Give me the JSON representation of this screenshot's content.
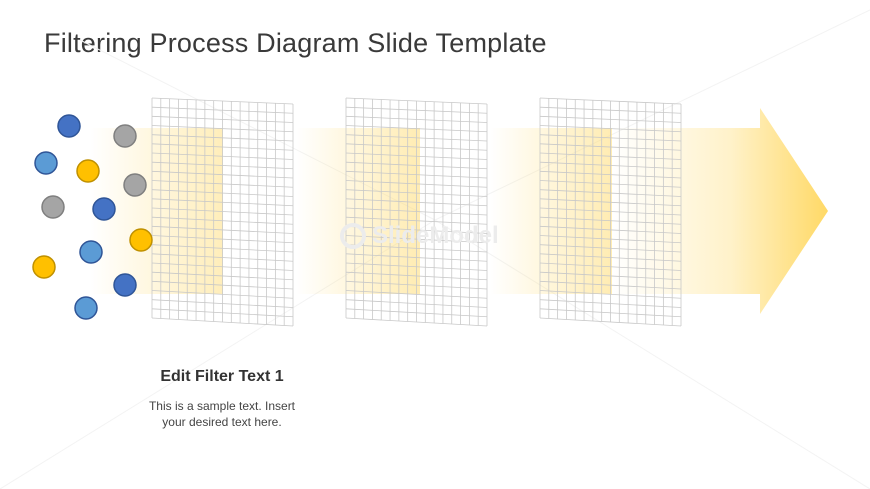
{
  "title": "Filtering Process Diagram Slide Template",
  "watermark": "SlideModel",
  "filters": [
    {
      "label": "Edit Filter Text 1",
      "text": "This is a sample text. Insert\nyour desired text here."
    }
  ],
  "colors": {
    "dark_blue": "#4472c4",
    "light_blue": "#5b9bd5",
    "gray": "#a5a5a5",
    "yellow": "#ffc000",
    "arrow_gradient": "#ffd966",
    "grid_line": "#c8c8c8"
  },
  "particle_colors": [
    "dark_blue",
    "gray",
    "light_blue",
    "yellow",
    "gray",
    "gray",
    "dark_blue",
    "yellow",
    "light_blue",
    "yellow",
    "dark_blue",
    "light_blue"
  ]
}
